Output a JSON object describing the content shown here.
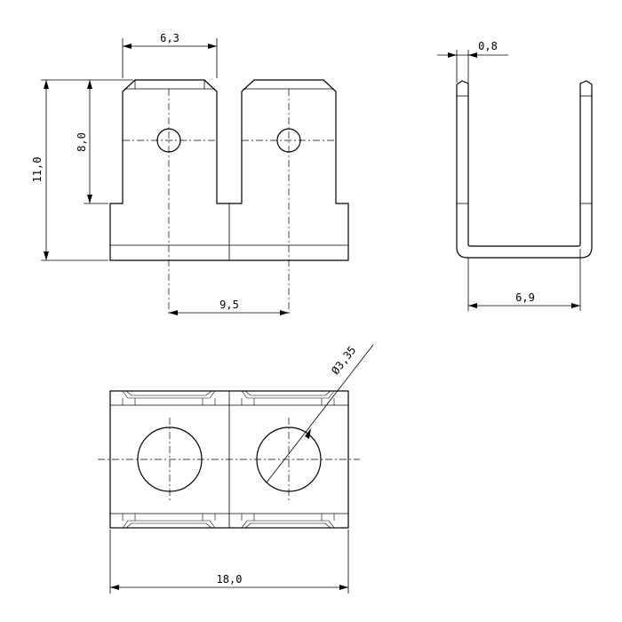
{
  "dimensions": {
    "tab_width": "6,3",
    "tab_length": "8,0",
    "total_height": "11,0",
    "tab_pitch": "9,5",
    "material_thickness": "0,8",
    "inner_width": "6,9",
    "hole_diameter": "Ø3,35",
    "total_length": "18,0"
  }
}
